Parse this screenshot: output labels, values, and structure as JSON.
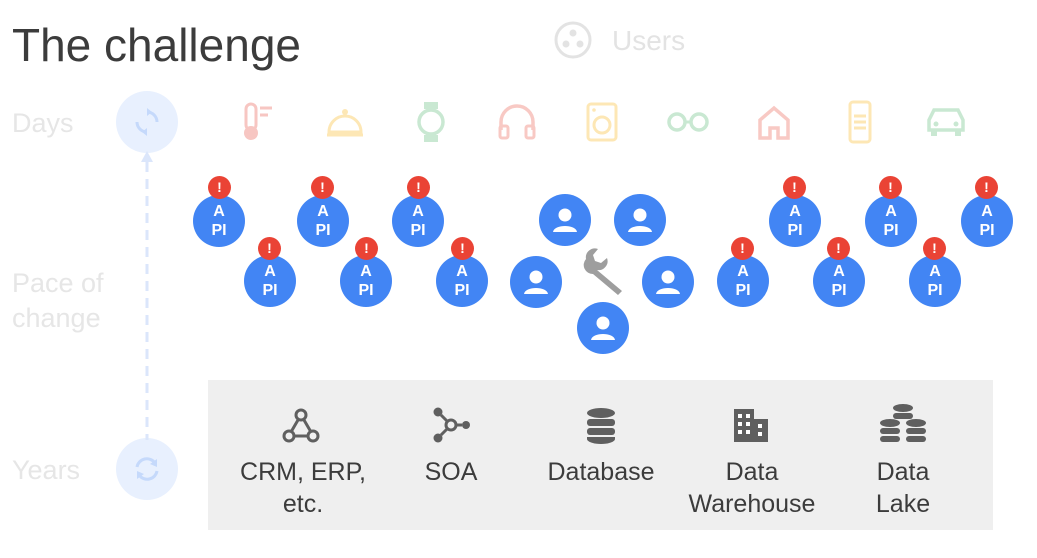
{
  "title": "The challenge",
  "users_label": "Users",
  "axis": {
    "top_label": "Days",
    "middle_label": "Pace of change",
    "middle_line1": "Pace of",
    "middle_line2": "change",
    "bottom_label": "Years"
  },
  "devices": [
    {
      "icon": "thermometer-icon",
      "color": "#f7c6c2"
    },
    {
      "icon": "bell-icon",
      "color": "#fde7b5"
    },
    {
      "icon": "watch-icon",
      "color": "#c9e8d2"
    },
    {
      "icon": "headphones-icon",
      "color": "#f8c9c4"
    },
    {
      "icon": "washing-machine-icon",
      "color": "#fde7b5"
    },
    {
      "icon": "glasses-icon",
      "color": "#c9e8d2"
    },
    {
      "icon": "home-icon",
      "color": "#f8c9c4"
    },
    {
      "icon": "phone-icon",
      "color": "#fde7b5"
    },
    {
      "icon": "car-icon",
      "color": "#c9e8d2"
    }
  ],
  "api": {
    "line1": "A",
    "line2": "PI",
    "alert": "!"
  },
  "systems": [
    {
      "icon": "crm-icon",
      "line1": "CRM, ERP,",
      "line2": "etc."
    },
    {
      "icon": "soa-icon",
      "line1": "SOA",
      "line2": ""
    },
    {
      "icon": "database-icon",
      "line1": "Database",
      "line2": ""
    },
    {
      "icon": "warehouse-icon",
      "line1": "Data",
      "line2": "Warehouse"
    },
    {
      "icon": "data-lake-icon",
      "line1": "Data",
      "line2": "Lake"
    }
  ],
  "colors": {
    "blue": "#4285f4",
    "alert_red": "#ea4335",
    "panel_bg": "#efefef",
    "faded_blue": "#e8f0fe"
  }
}
